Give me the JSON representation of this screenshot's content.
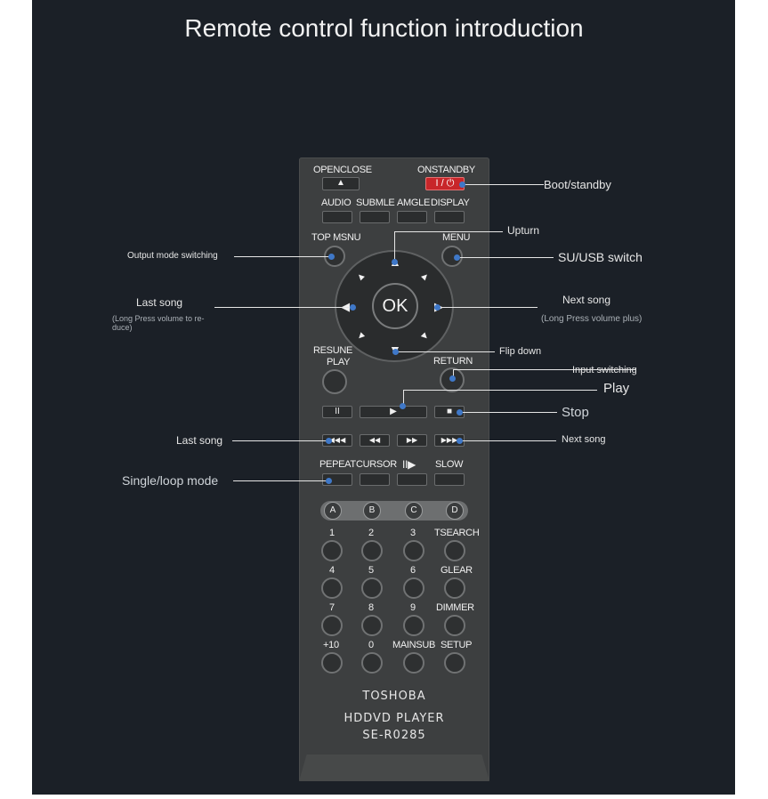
{
  "title": "Remote control function introduction",
  "remote": {
    "top_left_label": "OPENCLOSE",
    "top_right_label": "ONSTANDBY",
    "eject_glyph": "▲",
    "power_glyph": "I / ⏻",
    "row2": [
      "AUDIO",
      "SUBMLE",
      "AMGLE",
      "DISPLAY"
    ],
    "top_menu_label": "TOP MSNU",
    "menu_label": "MENU",
    "ok_label": "OK",
    "resume_label_1": "RESUNE",
    "resume_label_2": "PLAY",
    "return_label": "RETURN",
    "pause_glyph": "II",
    "play_glyph": "▶",
    "stop_glyph": "■",
    "skip_glyphs": [
      "◀◀◀",
      "◀◀",
      "▶▶",
      "▶▶▶"
    ],
    "row_modes": [
      "PEPEAT",
      "CURSOR",
      "II▶",
      "SLOW"
    ],
    "abcd": [
      "A",
      "B",
      "C",
      "D"
    ],
    "num_rows": [
      [
        "1",
        "2",
        "3",
        "TSEARCH"
      ],
      [
        "4",
        "5",
        "6",
        "GLEAR"
      ],
      [
        "7",
        "8",
        "9",
        "DIMMER"
      ],
      [
        "+10",
        "0",
        "MAINSUB",
        "SETUP"
      ]
    ],
    "brand": "TOSHOBA",
    "model_1": "HDDVD PLAYER",
    "model_2": "SE-R0285"
  },
  "annotations": {
    "boot": "Boot/standby",
    "upturn": "Upturn",
    "su_usb": "SU/USB switch",
    "output_mode": "Output mode switching",
    "last_song": "Last song",
    "last_song_note": "(Long Press volume to re-duce)",
    "next_song": "Next song",
    "next_song_note": "(Long Press volume plus)",
    "flip_down": "Flip down",
    "input_switching": "Input switching",
    "play": "Play",
    "stop": "Stop",
    "last_song_2": "Last song",
    "next_song_2": "Next song",
    "single_loop": "Single/loop mode"
  }
}
